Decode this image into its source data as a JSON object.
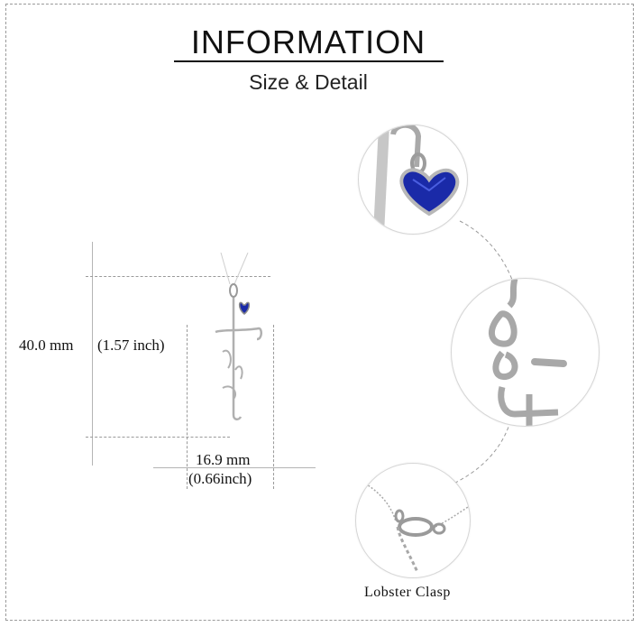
{
  "header": {
    "title": "INFORMATION",
    "subtitle": "Size & Detail"
  },
  "dimensions": {
    "height_mm": "40.0 mm",
    "height_inch": "(1.57 inch)",
    "width_mm": "16.9 mm",
    "width_inch": "(0.66inch)"
  },
  "details": {
    "clasp_caption": "Lobster  Clasp"
  },
  "colors": {
    "gem": "#1a2aa8",
    "metal": "#c9c9c9"
  }
}
